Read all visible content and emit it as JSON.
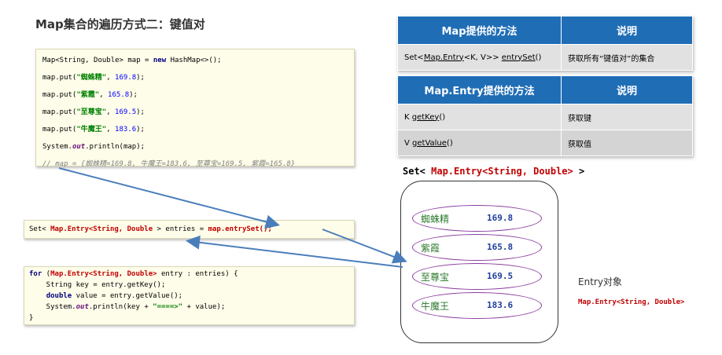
{
  "title": "Map集合的遍历方式二：键值对",
  "code1": {
    "lines": [
      [
        {
          "t": "Map<String, Double> map = ",
          "c": ""
        },
        {
          "t": "new",
          "c": "kw"
        },
        {
          "t": " HashMap<>();",
          "c": ""
        }
      ],
      [
        {
          "t": "map.put(",
          "c": ""
        },
        {
          "t": "\"蜘蛛精\"",
          "c": "str"
        },
        {
          "t": ", ",
          "c": ""
        },
        {
          "t": "169.8",
          "c": "num"
        },
        {
          "t": ");",
          "c": ""
        }
      ],
      [
        {
          "t": "map.put(",
          "c": ""
        },
        {
          "t": "\"紫霞\"",
          "c": "str"
        },
        {
          "t": ", ",
          "c": ""
        },
        {
          "t": "165.8",
          "c": "num"
        },
        {
          "t": ");",
          "c": ""
        }
      ],
      [
        {
          "t": "map.put(",
          "c": ""
        },
        {
          "t": "\"至尊宝\"",
          "c": "str"
        },
        {
          "t": ", ",
          "c": ""
        },
        {
          "t": "169.5",
          "c": "num"
        },
        {
          "t": ");",
          "c": ""
        }
      ],
      [
        {
          "t": "map.put(",
          "c": ""
        },
        {
          "t": "\"牛魔王\"",
          "c": "str"
        },
        {
          "t": ", ",
          "c": ""
        },
        {
          "t": "183.6",
          "c": "num"
        },
        {
          "t": ");",
          "c": ""
        }
      ],
      [
        {
          "t": "System.",
          "c": ""
        },
        {
          "t": "out",
          "c": "it"
        },
        {
          "t": ".println(map);",
          "c": ""
        }
      ],
      [
        {
          "t": "// map = {蜘蛛精=169.8, 牛魔王=183.6, 至尊宝=169.5, 紫霞=165.8}",
          "c": "cmt"
        }
      ]
    ]
  },
  "code2": {
    "lines": [
      [
        {
          "t": "Set< ",
          "c": ""
        },
        {
          "t": "Map.Entry<String, Double",
          "c": "typ"
        },
        {
          "t": " > entries = ",
          "c": ""
        },
        {
          "t": "map.entrySet();",
          "c": "typ"
        }
      ]
    ]
  },
  "code3": {
    "lines": [
      [
        {
          "t": "for",
          "c": "kw"
        },
        {
          "t": " (",
          "c": ""
        },
        {
          "t": "Map.Entry<String, Double>",
          "c": "typ"
        },
        {
          "t": " entry : entries) {",
          "c": ""
        }
      ],
      [
        {
          "t": "    String key = entry.getKey();",
          "c": ""
        }
      ],
      [
        {
          "t": "    ",
          "c": ""
        },
        {
          "t": "double",
          "c": "kw"
        },
        {
          "t": " value = entry.getValue();",
          "c": ""
        }
      ],
      [
        {
          "t": "    System.",
          "c": ""
        },
        {
          "t": "out",
          "c": "it"
        },
        {
          "t": ".println(key + ",
          "c": ""
        },
        {
          "t": "\"====>\"",
          "c": "str"
        },
        {
          "t": " + value);",
          "c": ""
        }
      ],
      [
        {
          "t": "}",
          "c": ""
        }
      ]
    ]
  },
  "map_table": {
    "headers": [
      "Map提供的方法",
      "说明"
    ],
    "row": {
      "method_prefix": "Set<",
      "method_ul1": "Map.Entry",
      "method_mid": "<K, V>> ",
      "method_ul2": "entrySet",
      "method_suffix": "()",
      "desc": "获取所有“键值对”的集合"
    }
  },
  "entry_table": {
    "headers": [
      "Map.Entry提供的方法",
      "说明"
    ],
    "rows": [
      {
        "prefix": "K  ",
        "name": "getKey",
        "suffix": "()",
        "desc": "获取键"
      },
      {
        "prefix": "V  ",
        "name": "getValue",
        "suffix": "()",
        "desc": "获取值"
      }
    ]
  },
  "set_label": {
    "prefix": "Set< ",
    "type": "Map.Entry<String, Double>",
    "suffix": " >"
  },
  "entries": [
    {
      "key": "蜘蛛精",
      "value": "169.8"
    },
    {
      "key": "紫霞",
      "value": "165.8"
    },
    {
      "key": "至尊宝",
      "value": "169.5"
    },
    {
      "key": "牛魔王",
      "value": "183.6"
    }
  ],
  "entry_label": "Entry对象",
  "entry_type": "Map.Entry<String, Double>",
  "colors": {
    "header_blue": "#1f6db5",
    "arrow_blue": "#4a7ebb",
    "ellipse_purple": "#8b3c9f",
    "type_red": "#c00000"
  }
}
